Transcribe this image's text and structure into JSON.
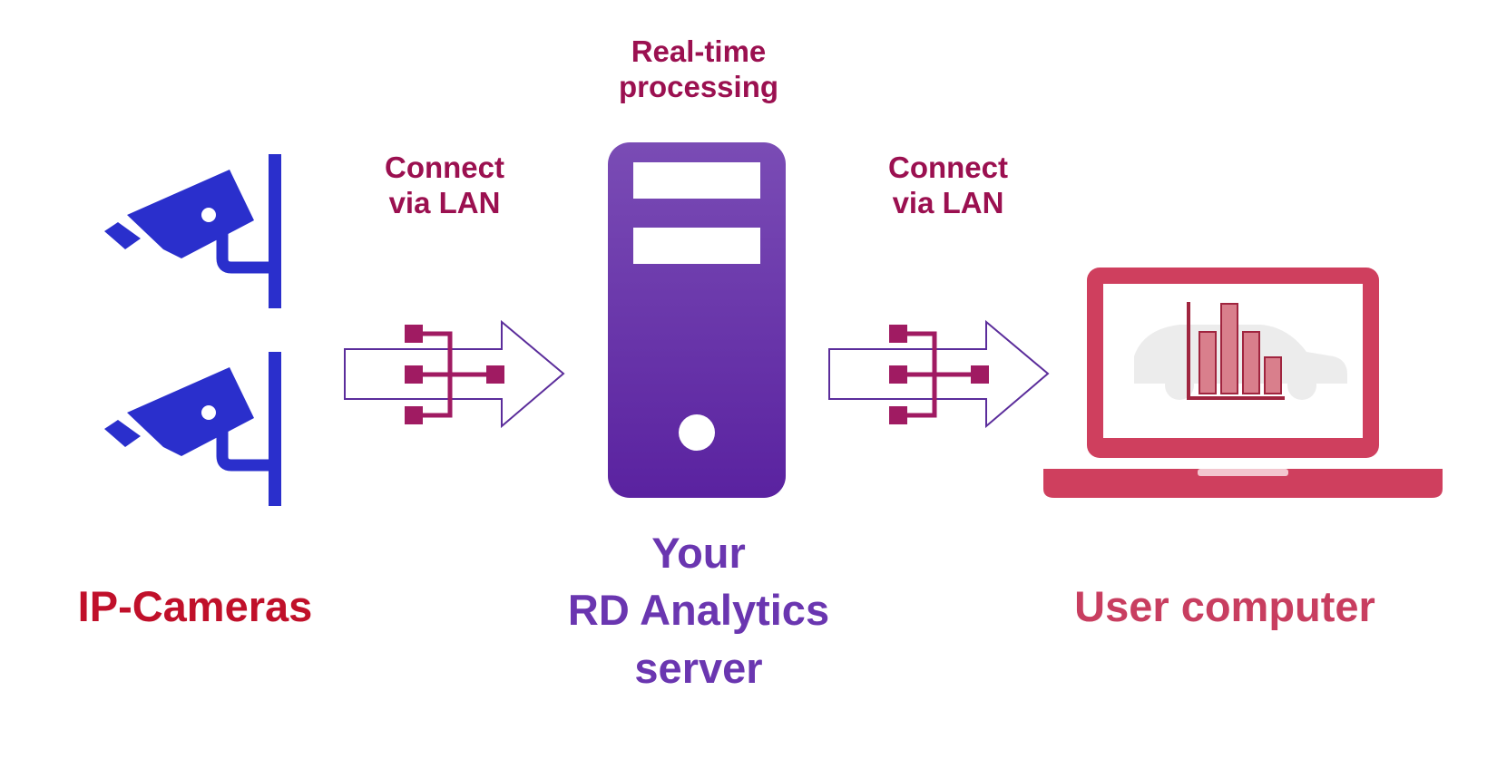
{
  "labels": {
    "processing": "Real-time\nprocessing",
    "lan_left": "Connect\nvia LAN",
    "lan_right": "Connect\nvia LAN",
    "cameras": "IP-Cameras",
    "server": "Your\nRD Analytics\nserver",
    "user": "User computer"
  },
  "colors": {
    "camera": "#2a2fcc",
    "small_label": "#9b1050",
    "cameras_label": "#c0102a",
    "server_label": "#6a36b0",
    "user_label": "#c83e60",
    "server_body": "#6a33ad",
    "laptop": "#cf3f5e",
    "network": "#a01b62"
  },
  "icons": [
    "security-camera-icon",
    "network-icon",
    "server-tower-icon",
    "laptop-chart-icon"
  ]
}
